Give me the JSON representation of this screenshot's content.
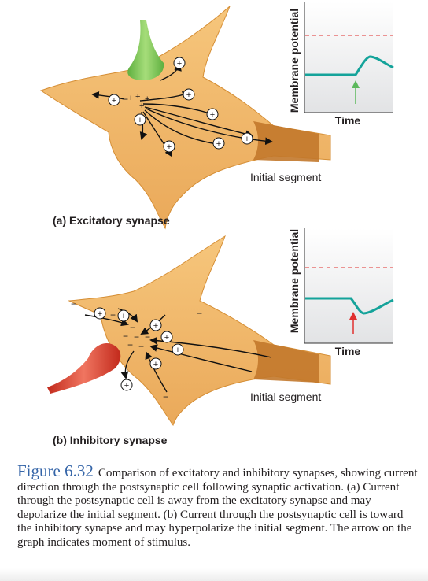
{
  "colors": {
    "cell_fill": "#f0b96a",
    "cell_stroke": "#d58e35",
    "initial_segment": "#c2782b",
    "excitatory_terminal": "#8ccf5f",
    "inhibitory_terminal": "#e8543b",
    "trace": "#14a39a",
    "threshold": "#e0302f",
    "stimulus_excitatory": "#5cb85c",
    "stimulus_inhibitory": "#e0302f",
    "caption_accent": "#3565a8"
  },
  "panel_a": {
    "label": "(a) Excitatory synapse",
    "graph_ylabel": "Membrane potential",
    "graph_xlabel": "Time",
    "segment_label": "Initial segment",
    "response": "depolarization"
  },
  "panel_b": {
    "label": "(b) Inhibitory synapse",
    "graph_ylabel": "Membrane potential",
    "graph_xlabel": "Time",
    "segment_label": "Initial segment",
    "response": "hyperpolarization"
  },
  "charges": {
    "plus": "+",
    "minus": "−"
  },
  "caption": {
    "number": "Figure 6.32",
    "text": "Comparison of excitatory and inhibitory synapses, showing current direction through the postsynaptic cell following synaptic activation. (a) Current through the postsynaptic cell is away from the excitatory synapse and may depolarize the initial segment. (b) Current through the postsynaptic cell is toward the inhibitory synapse and may hyperpolarize the initial segment. The arrow on the graph indicates moment of stimulus."
  }
}
